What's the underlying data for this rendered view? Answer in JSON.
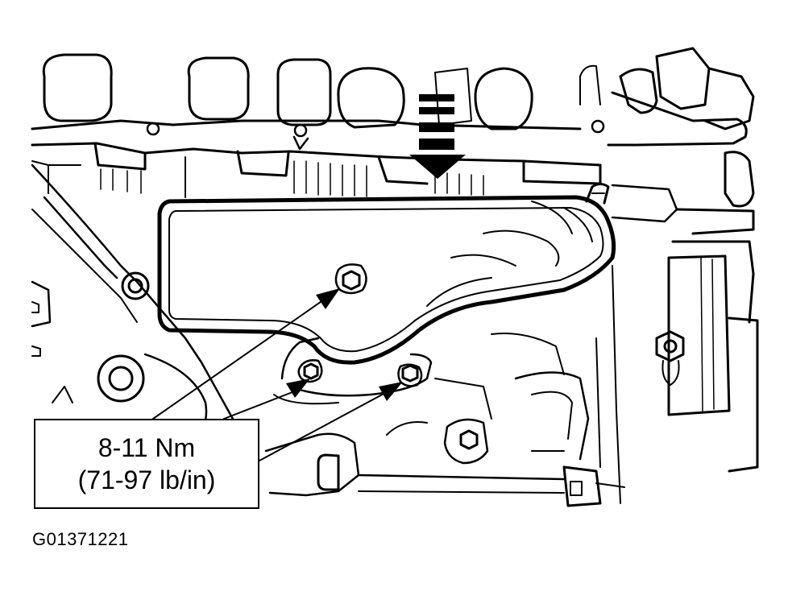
{
  "callout": {
    "torque_nm": "8-11 Nm",
    "torque_lbin": "(71-97 lb/in)"
  },
  "figure_id": "G01371221",
  "colors": {
    "line": "#000000",
    "background": "#ffffff"
  }
}
